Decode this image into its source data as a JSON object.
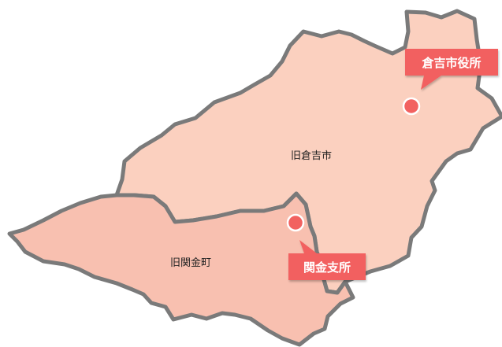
{
  "map": {
    "colors": {
      "background": "#ffffff",
      "region_north": "#fbd0bf",
      "region_south": "#f8c0b0",
      "border": "#7a7a7a",
      "marker_fill": "#f26160",
      "marker_stroke": "#ffffff",
      "callout_fill": "#f26160",
      "callout_text": "#ffffff",
      "label_text": "#222222"
    },
    "regions": [
      {
        "id": "kurayoshi",
        "label": "旧倉吉市"
      },
      {
        "id": "sekigane",
        "label": "旧関金町"
      }
    ],
    "markers": [
      {
        "id": "city-hall",
        "label": "倉吉市役所"
      },
      {
        "id": "branch-office",
        "label": "関金支所"
      }
    ]
  }
}
